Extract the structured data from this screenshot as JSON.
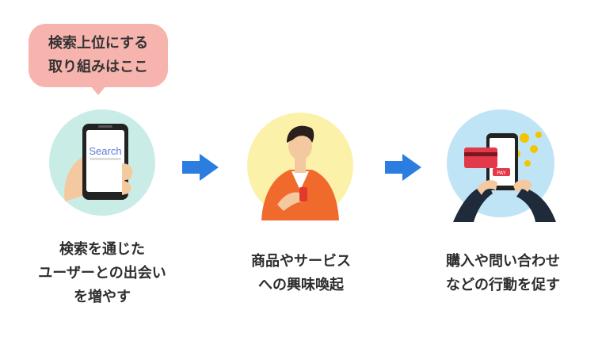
{
  "callout": {
    "lines": [
      "検索上位にする",
      "取り組みはここ"
    ]
  },
  "steps": [
    {
      "icon": "search-phone-icon",
      "search_label": "Search",
      "caption": [
        "検索を通じた",
        "ユーザーとの出会い",
        "を増やす"
      ]
    },
    {
      "icon": "person-phone-icon",
      "caption": [
        "商品やサービス",
        "への興味喚起"
      ]
    },
    {
      "icon": "payment-phone-icon",
      "card_label": "PAY",
      "caption": [
        "購入や問い合わせ",
        "などの行動を促す"
      ]
    }
  ],
  "colors": {
    "callout": "#f7b3ad",
    "arrow": "#2b7de0",
    "circle_1": "#c9ede6",
    "circle_2": "#fbf1a9",
    "circle_3": "#bfe4f6"
  }
}
